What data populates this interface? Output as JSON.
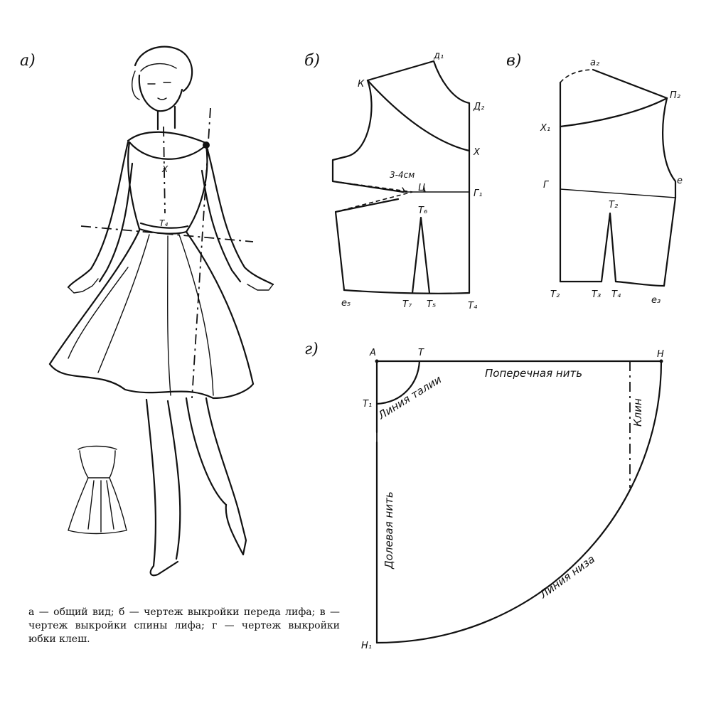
{
  "panels": {
    "a": {
      "letter": "а)"
    },
    "b": {
      "letter": "б)",
      "points": {
        "d1": "д₁",
        "k": "К",
        "d2": "Д₂",
        "x": "Х",
        "g1": "Г₁",
        "ts": "Ц",
        "measure": "3-4см",
        "t6": "Т₆",
        "e5": "е₅",
        "t7": "Т₇",
        "t5": "Т₅",
        "t4": "Т₄"
      }
    },
    "v": {
      "letter": "в)",
      "points": {
        "a2": "а₂",
        "p": "П₂",
        "x1": "Х₁",
        "g": "Г",
        "e": "е",
        "t2top": "Т₂",
        "t2": "Т₂",
        "t3": "Т₃",
        "t4": "Т₄",
        "e3": "е₃"
      }
    },
    "g": {
      "letter": "г)",
      "points": {
        "a": "А",
        "t": "Т",
        "n": "Н",
        "t1": "Т₁",
        "n1": "Н₁"
      },
      "labels": {
        "cross_grain": "Поперечная нить",
        "waist_line": "Линия талии",
        "wedge": "Клин",
        "lengthwise_grain": "Долевая нить",
        "hem_line": "Линия низа"
      }
    }
  },
  "caption": {
    "line1": "а — общий вид; б — чертеж выкройки переда лифа;",
    "line2": "в — чертеж выкройки спины лифа;",
    "line3": "г — чертеж выкройки юбки клеш."
  }
}
